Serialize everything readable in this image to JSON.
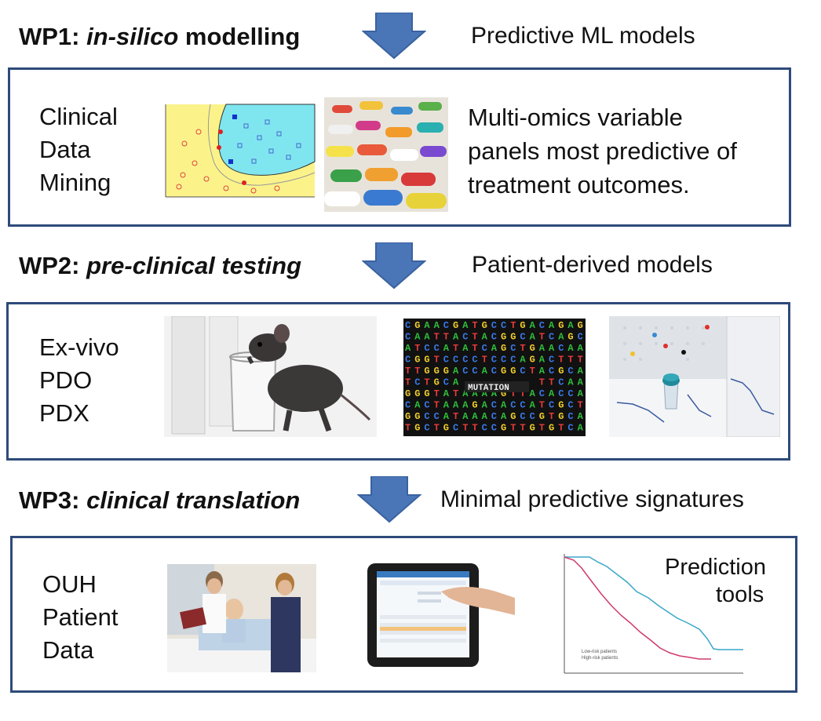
{
  "wp1": {
    "title_bold": "WP1:",
    "title_italic": "in-silico",
    "title_rest": "modelling",
    "subtitle": "Predictive ML models",
    "labels": [
      "Clinical",
      "Data",
      "Mining"
    ],
    "description": [
      "Multi-omics variable",
      "panels most predictive of",
      "treatment outcomes."
    ]
  },
  "wp2": {
    "title_bold": "WP2:",
    "title_italic": "pre-clinical testing",
    "subtitle": "Patient-derived models",
    "labels": [
      "Ex-vivo",
      "PDO",
      "PDX"
    ],
    "dna_word": "MUTATION"
  },
  "wp3": {
    "title_bold": "WP3:",
    "title_italic": "clinical translation",
    "subtitle": "Minimal predictive signatures",
    "labels": [
      "OUH",
      "Patient",
      "Data"
    ],
    "chart_label": [
      "Prediction",
      "tools"
    ],
    "km_legend": [
      "Low-risk patients",
      "High-risk patients"
    ]
  },
  "colors": {
    "panel_border": "#2e4a7a",
    "arrow": "#4a76b8",
    "low_risk": "#3aa7c9",
    "high_risk": "#d03a6a"
  },
  "icons": [
    "down-arrow-icon"
  ]
}
